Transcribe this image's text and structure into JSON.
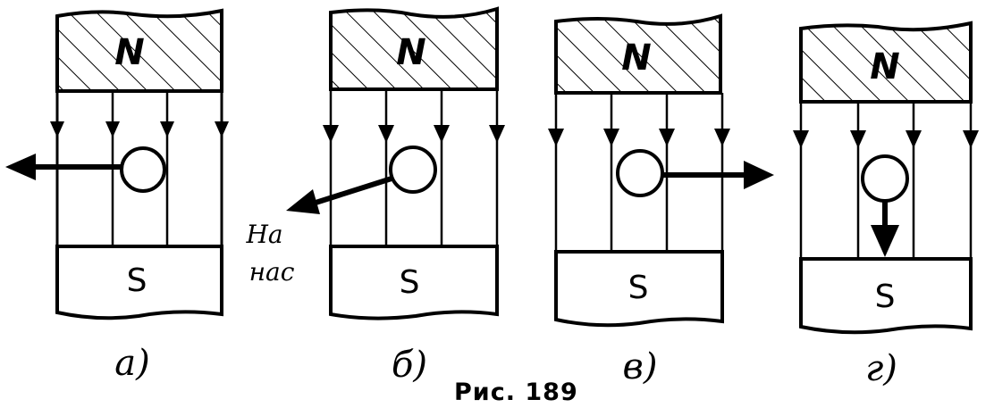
{
  "figure": {
    "caption": "Рис. 189",
    "pole_north": "N",
    "pole_south": "S",
    "panels": [
      {
        "label": "а)",
        "direction": "left",
        "note": ""
      },
      {
        "label": "б)",
        "direction": "toward-viewer",
        "note_line1": "На",
        "note_line2": "нас"
      },
      {
        "label": "в)",
        "direction": "right",
        "note": ""
      },
      {
        "label": "г)",
        "direction": "down",
        "note": ""
      }
    ]
  }
}
